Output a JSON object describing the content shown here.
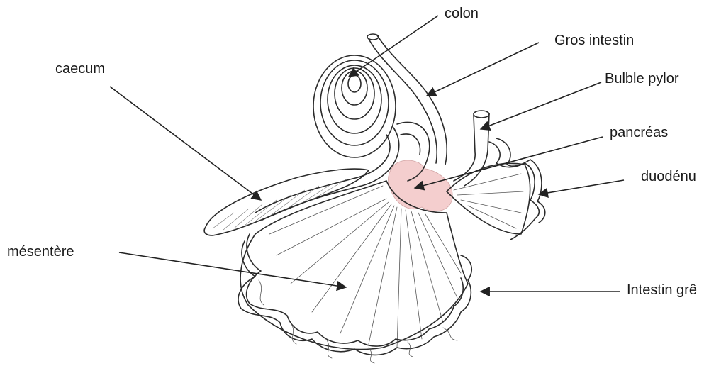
{
  "diagram": {
    "labels": {
      "colon": "colon",
      "gros_intestin": "Gros intestin",
      "bulbe_pylor": "Bulble pylor",
      "pancreas": "pancréas",
      "duodenum": "duodénu",
      "caecum": "caecum",
      "mesentere": "mésentère",
      "intestin_grele": "Intestin grê"
    },
    "colors": {
      "line": "#2b2b2b",
      "pancreas_fill": "#f3c9c9",
      "background": "#ffffff"
    }
  }
}
